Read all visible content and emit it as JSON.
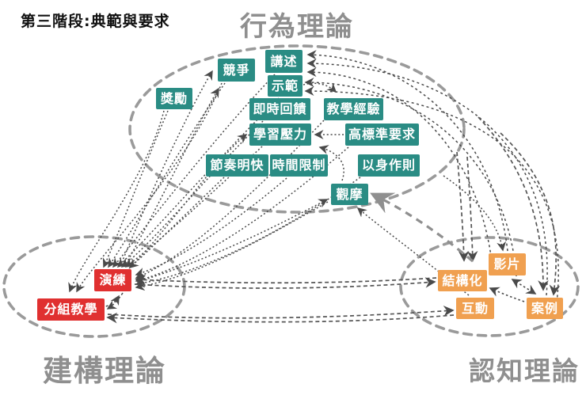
{
  "title": "第三階段:典範與要求",
  "clusters": {
    "behavior": {
      "title": "行為理論",
      "color": "#2a8c84",
      "nodes": [
        {
          "label": "獎勵"
        },
        {
          "label": "競爭"
        },
        {
          "label": "講述"
        },
        {
          "label": "示範"
        },
        {
          "label": "即時回饋"
        },
        {
          "label": "教學經驗"
        },
        {
          "label": "學習壓力"
        },
        {
          "label": "高標準要求"
        },
        {
          "label": "節奏明快"
        },
        {
          "label": "時間限制"
        },
        {
          "label": "以身作則"
        },
        {
          "label": "觀摩"
        }
      ]
    },
    "construct": {
      "title": "建構理論",
      "color": "#e03030",
      "nodes": [
        {
          "label": "演練"
        },
        {
          "label": "分組教學"
        }
      ]
    },
    "cognitive": {
      "title": "認知理論",
      "color": "#f0a050",
      "nodes": [
        {
          "label": "結構化"
        },
        {
          "label": "影片"
        },
        {
          "label": "互動"
        },
        {
          "label": "案例"
        }
      ]
    }
  },
  "style_colors": {
    "title_text": "#111111",
    "cluster_title_text": "#8f8f8f",
    "ellipse_stroke": "#9a9a9a",
    "arrow_stroke": "#4a4a4a"
  }
}
